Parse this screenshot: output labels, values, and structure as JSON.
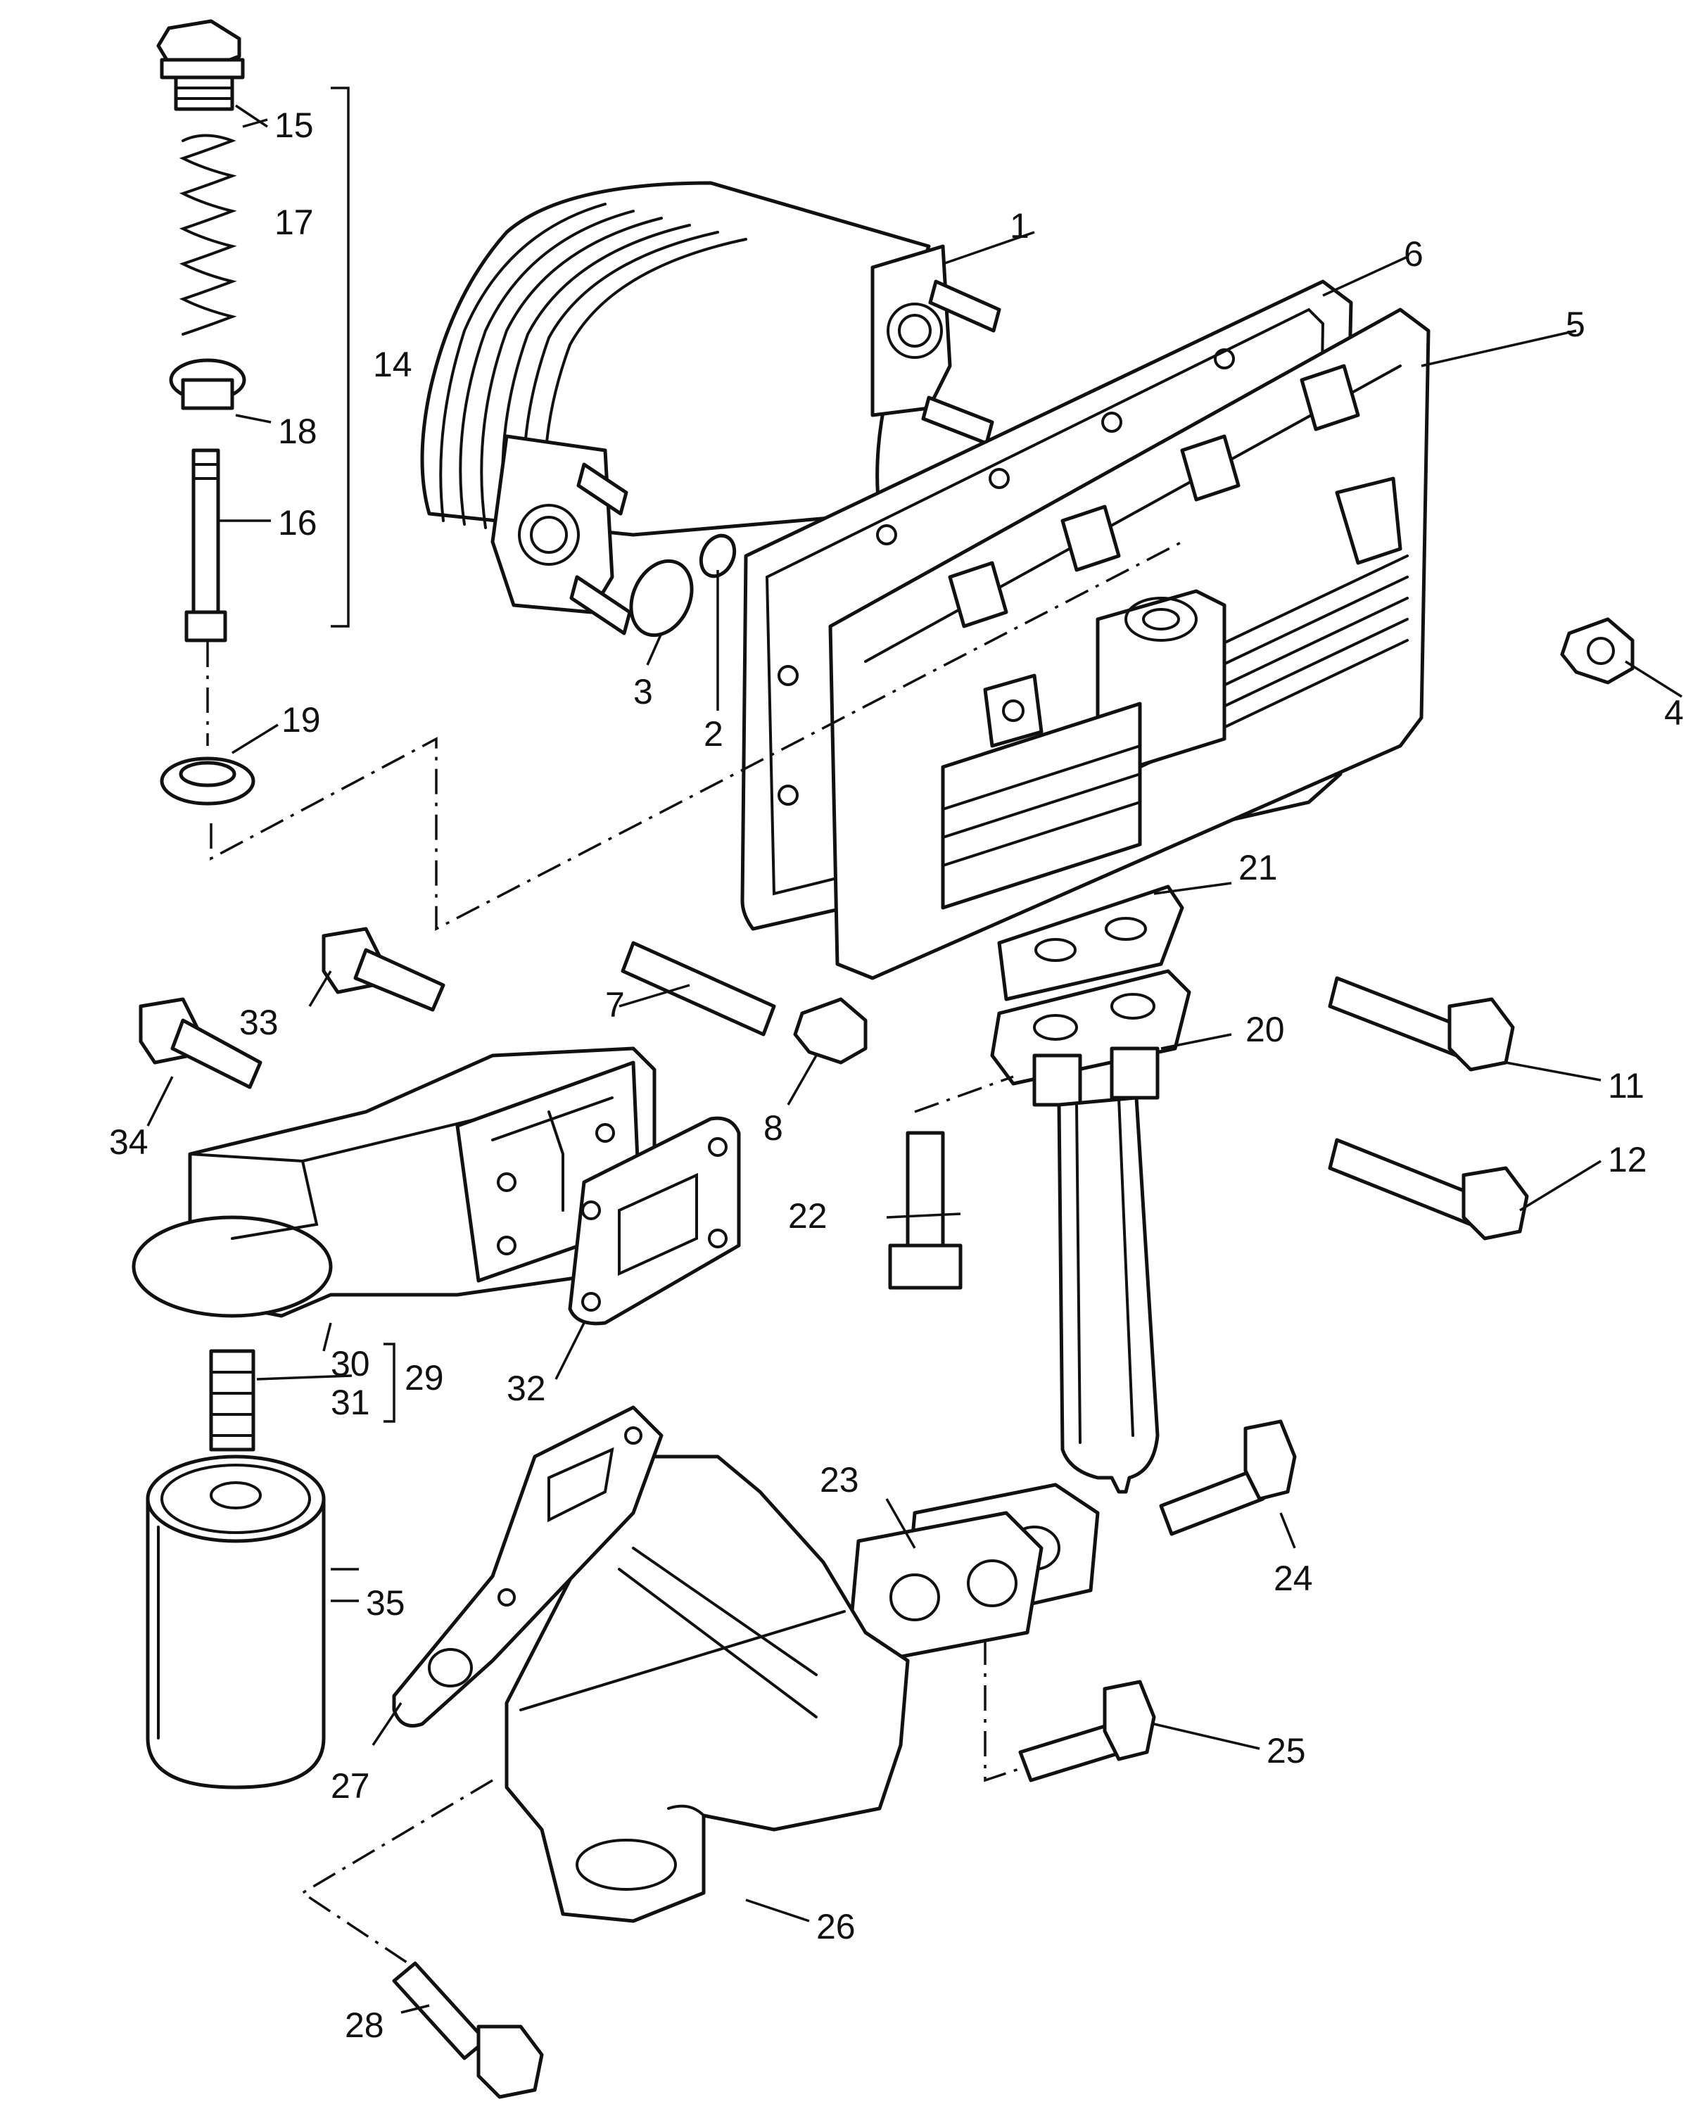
{
  "callouts": {
    "c1": "1",
    "c2": "2",
    "c3": "3",
    "c4": "4",
    "c5": "5",
    "c6": "6",
    "c7": "7",
    "c8": "8",
    "c11": "11",
    "c12": "12",
    "c14": "14",
    "c15": "15",
    "c16": "16",
    "c17": "17",
    "c18": "18",
    "c19": "19",
    "c20": "20",
    "c21": "21",
    "c22": "22",
    "c23": "23",
    "c24": "24",
    "c25": "25",
    "c26": "26",
    "c27": "27",
    "c28": "28",
    "c29": "29",
    "c30": "30",
    "c31": "31",
    "c32": "32",
    "c33": "33",
    "c34": "34",
    "c35": "35"
  }
}
